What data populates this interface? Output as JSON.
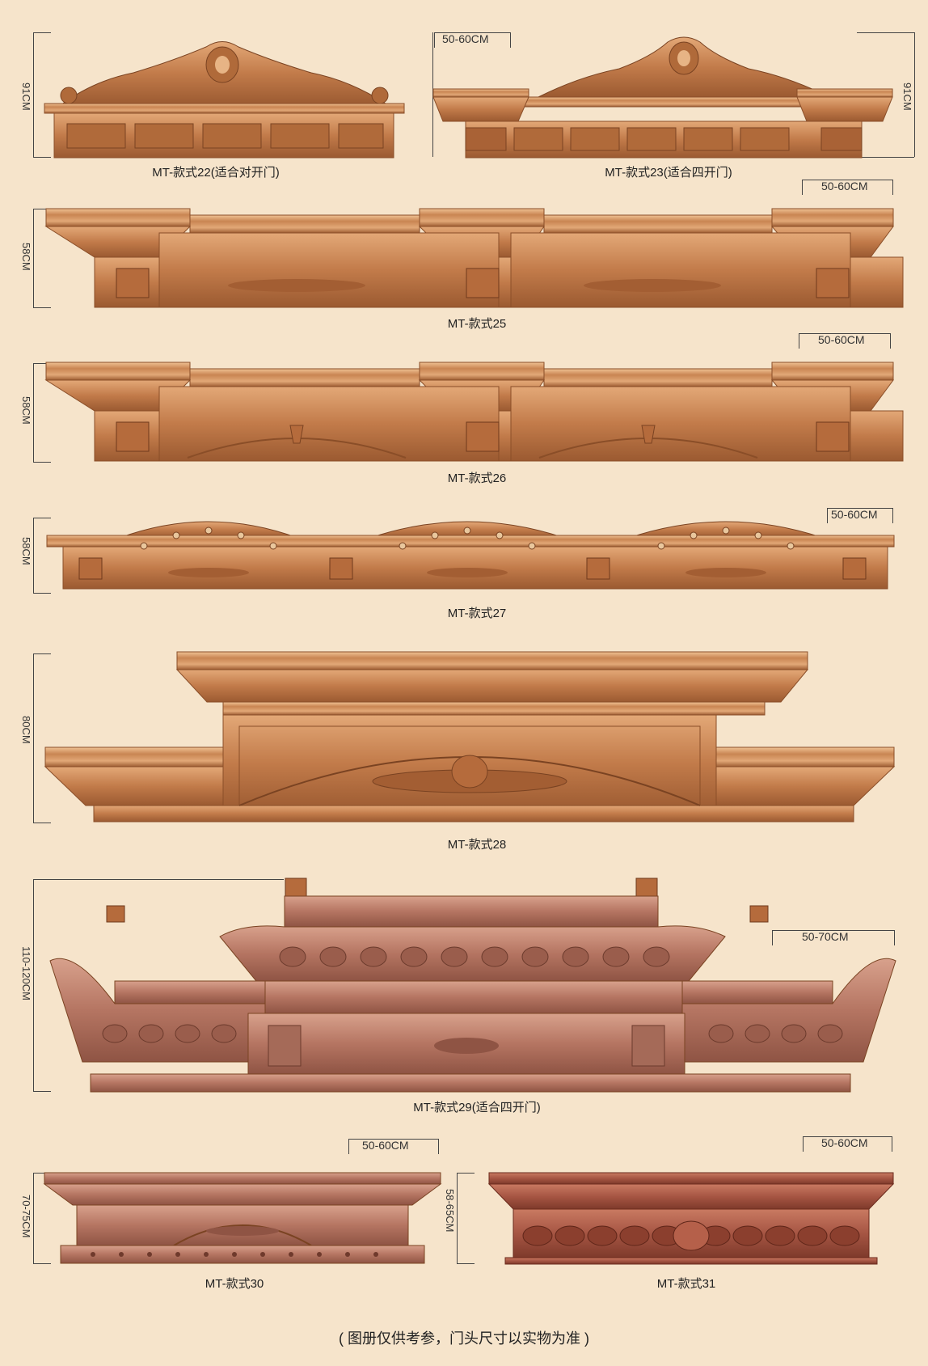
{
  "colors": {
    "background": "#f6e4cb",
    "wood_main": "#c47f4e",
    "wood_light": "#e0a677",
    "wood_dark": "#8e4f2a",
    "wood_red": "#a4523f"
  },
  "items": [
    {
      "caption": "MT-款式22(适合对开门)",
      "height": "91CM"
    },
    {
      "caption": "MT-款式23(适合四开门)",
      "height": "91CM",
      "depth": "50-60CM"
    },
    {
      "caption": "MT-款式25",
      "height": "58CM",
      "depth": "50-60CM"
    },
    {
      "caption": "MT-款式26",
      "height": "58CM",
      "depth": "50-60CM"
    },
    {
      "caption": "MT-款式27",
      "height": "58CM",
      "depth": "50-60CM"
    },
    {
      "caption": "MT-款式28",
      "height": "80CM"
    },
    {
      "caption": "MT-款式29(适合四开门)",
      "height": "110-120CM",
      "depth": "50-70CM"
    },
    {
      "caption": "MT-款式30",
      "height": "70-75CM",
      "depth": "50-60CM"
    },
    {
      "caption": "MT-款式31",
      "height": "58-65CM",
      "depth": "50-60CM"
    }
  ],
  "footer": "( 图册仅供考参，门头尺寸以实物为准 )"
}
